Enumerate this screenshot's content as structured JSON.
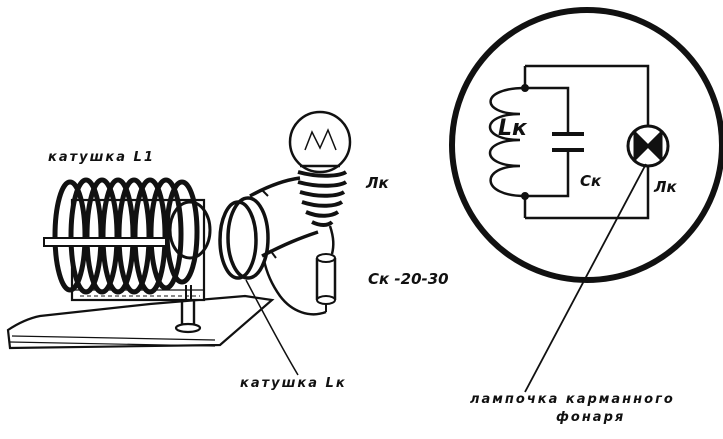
{
  "labels": {
    "coil_l1": "катушка L1",
    "coil_lk": "катушка Lк",
    "lamp_short": "Лк",
    "cap_rating": "Ск -20-30",
    "lamp_caption_line1": "лампочка карманного",
    "lamp_caption_line2": "фонаря"
  },
  "schematic": {
    "inductor": "Lк",
    "capacitor": "Ск",
    "lamp": "Лк"
  },
  "colors": {
    "ink": "#111111",
    "paper": "#ffffff"
  }
}
